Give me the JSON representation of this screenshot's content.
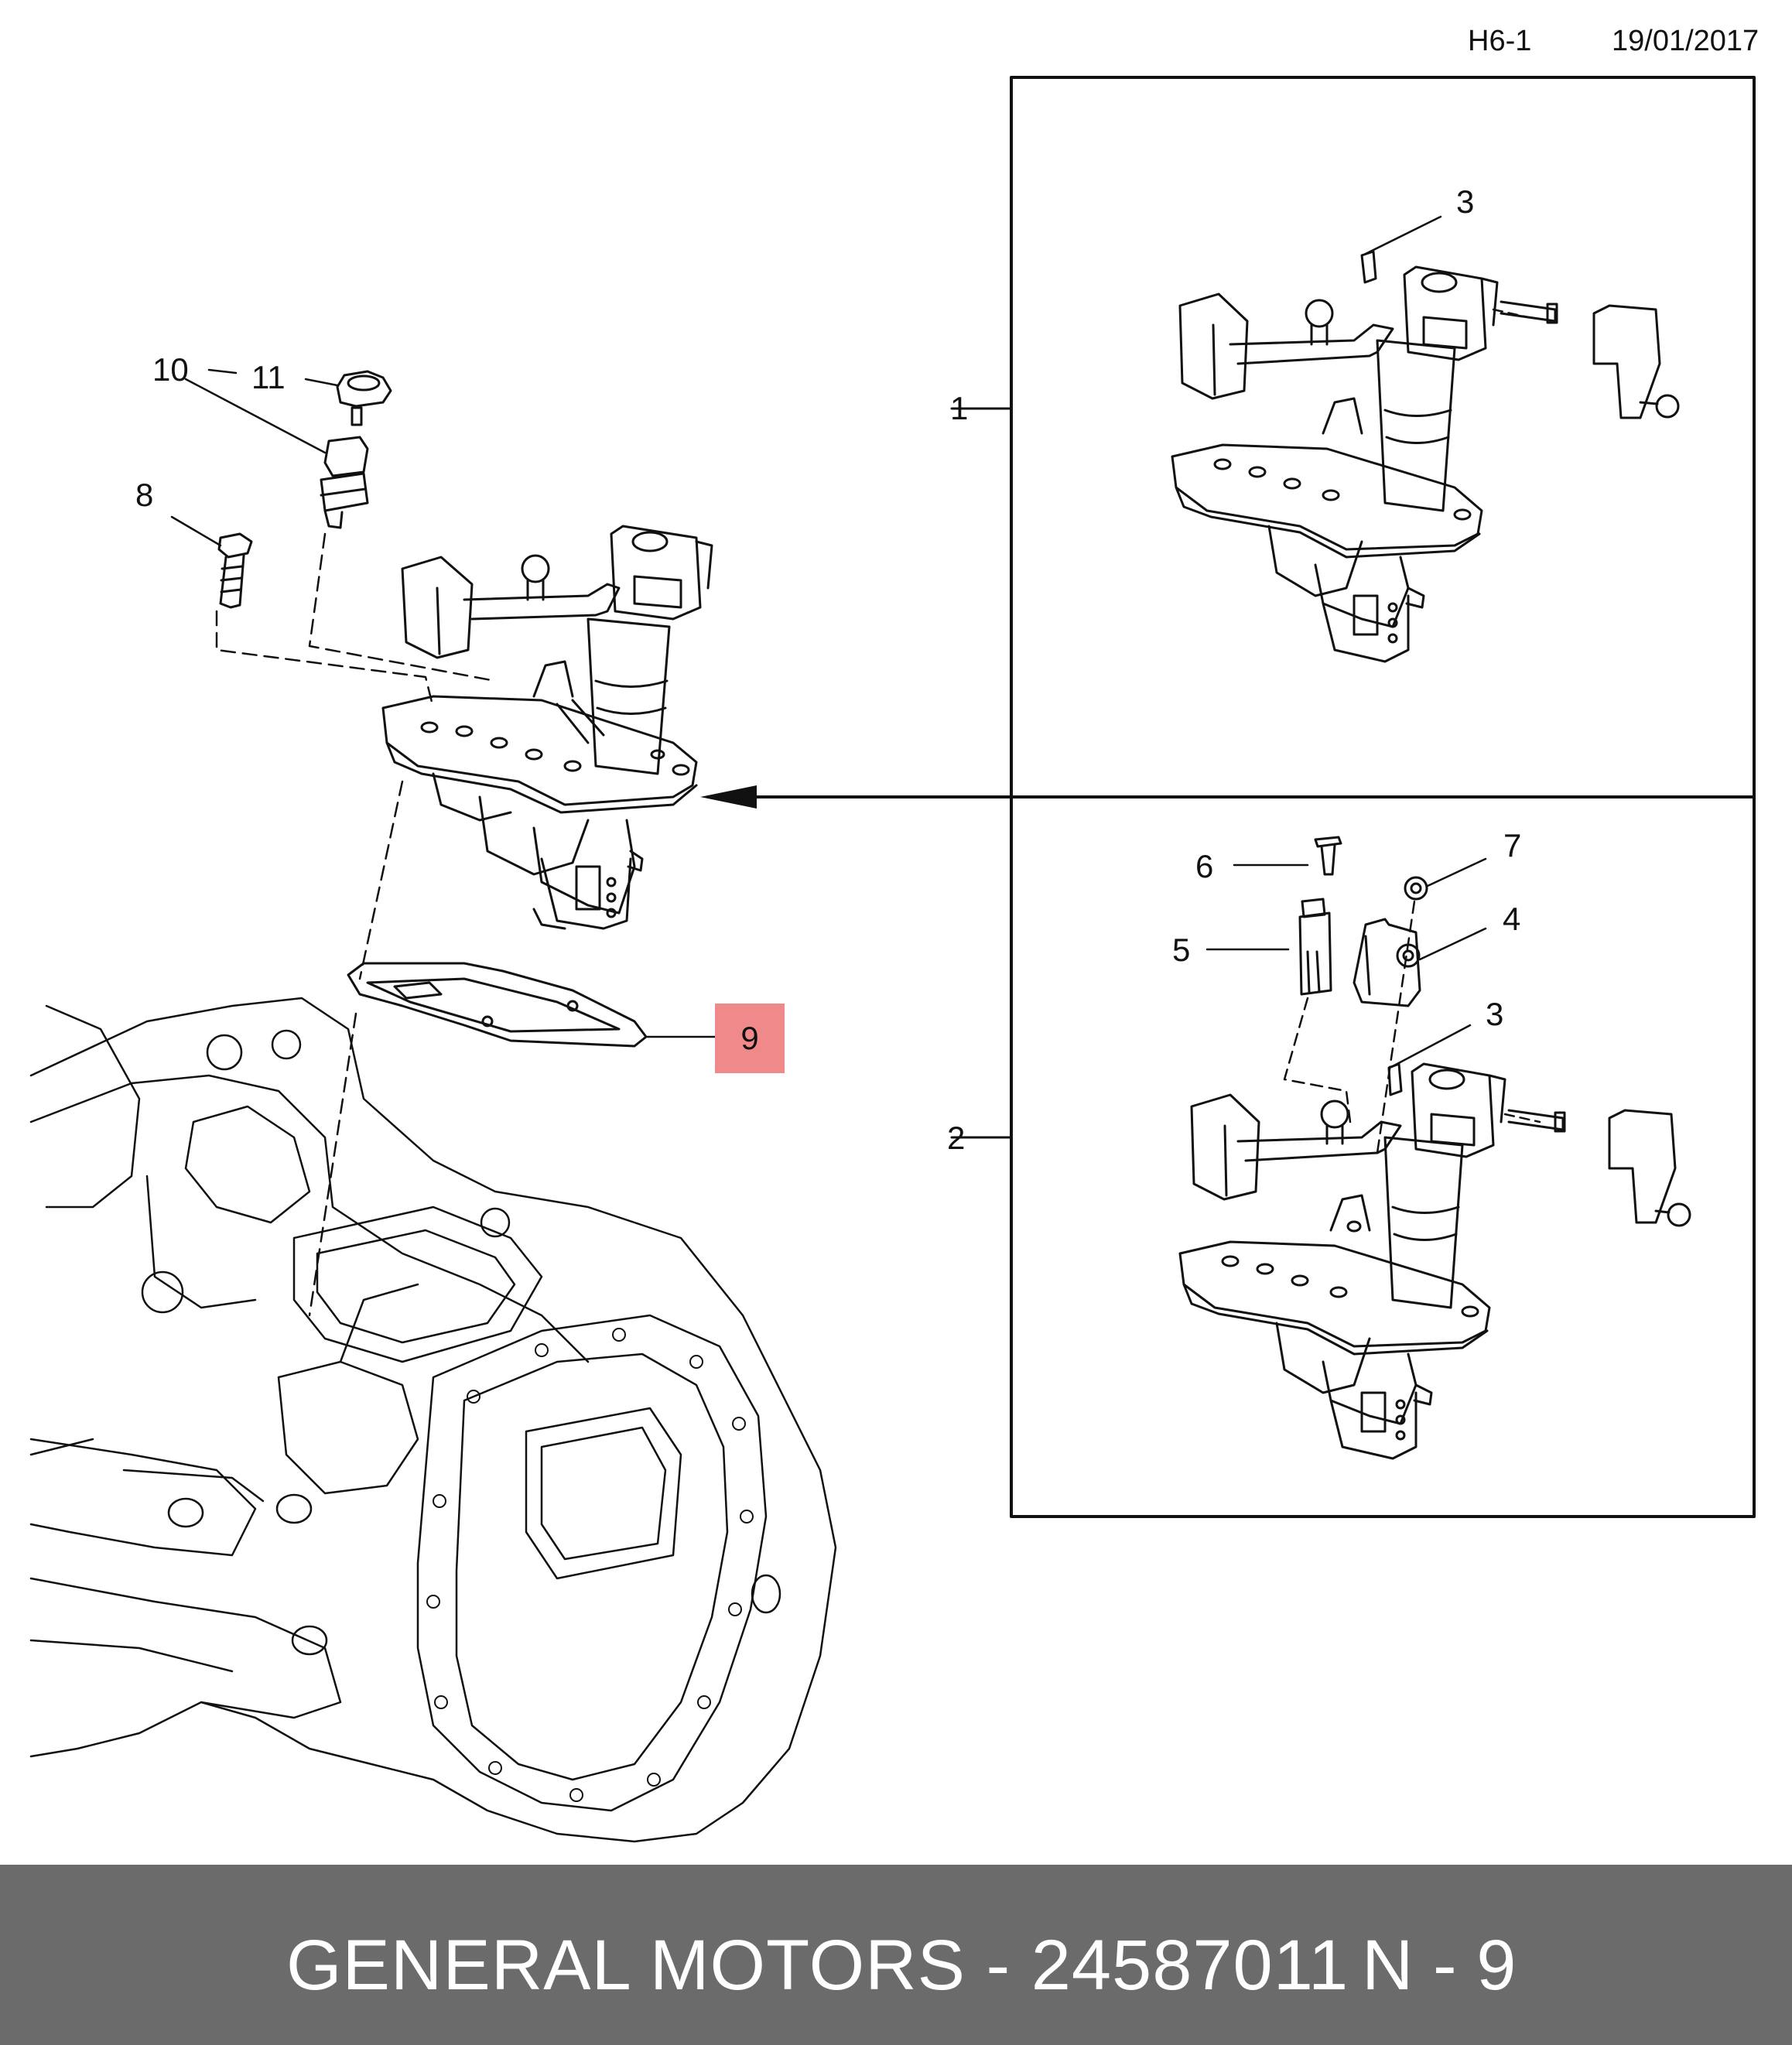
{
  "header": {
    "sheet": "H6-1",
    "date": "19/01/2017"
  },
  "panels": [
    {
      "label": "1",
      "callouts": [
        "3"
      ]
    },
    {
      "label": "2",
      "callouts": [
        "3",
        "4",
        "5",
        "6",
        "7"
      ]
    }
  ],
  "main_callouts": [
    "8",
    "10",
    "11",
    "9"
  ],
  "highlighted_part": "9",
  "highlight_color": "#f08a8a",
  "footer": {
    "brand": "GENERAL MOTORS - 24587011",
    "ref": "N - 9",
    "background": "#6b6b6b"
  }
}
